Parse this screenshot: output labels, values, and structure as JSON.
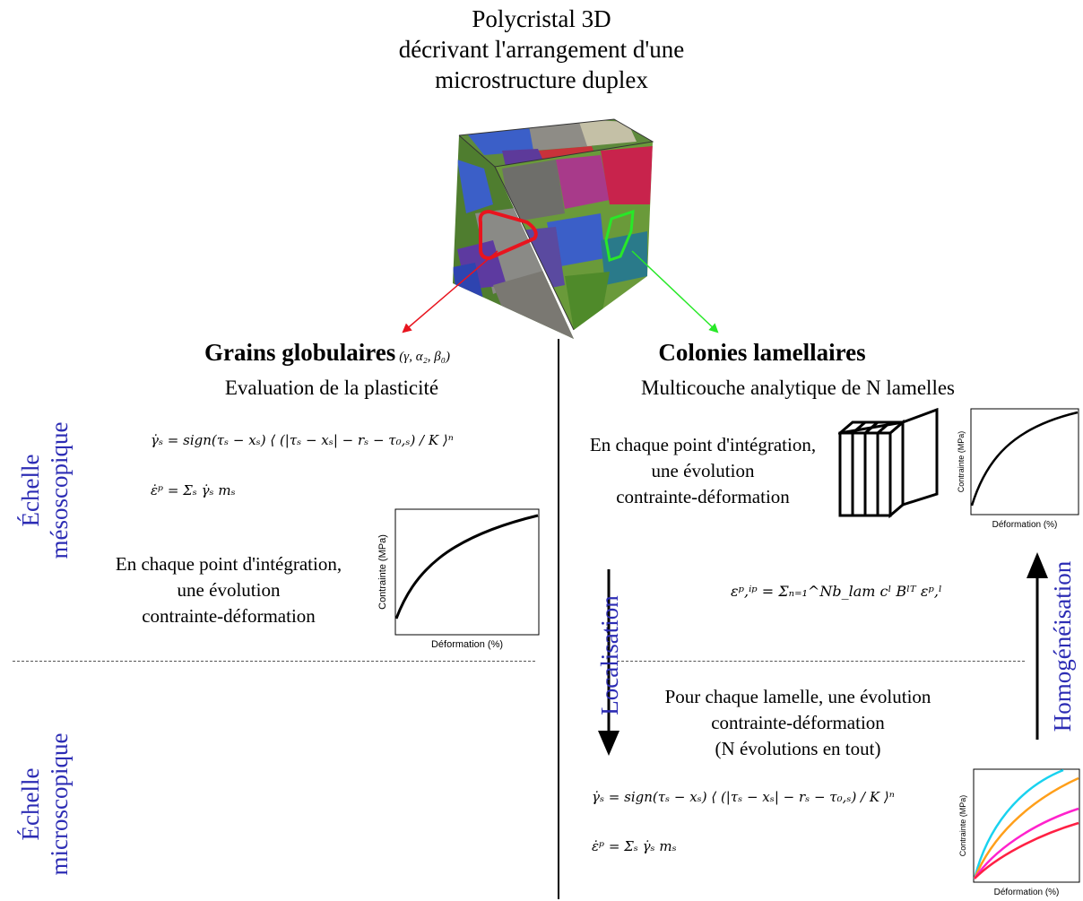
{
  "title": [
    "Polycristal 3D",
    "décrivant l'arrangement d'une",
    "microstructure duplex"
  ],
  "left": {
    "heading": "Grains globulaires",
    "phases": "(γ, α₂, β₀)",
    "subheading": "Evaluation de la plasticité",
    "eq1": "γ̇ₛ = sign(τₛ − xₛ) ⟨ (|τₛ − xₛ| − rₛ − τ₀,ₛ) / K ⟩ⁿ",
    "eq2": "ε̇ᵖ = Σₛ γ̇ₛ mₛ",
    "text": [
      "En chaque point d'intégration,",
      "une évolution",
      "contrainte-déformation"
    ]
  },
  "right": {
    "heading": "Colonies lamellaires",
    "subheading": "Multicouche analytique de N lamelles",
    "text": [
      "En chaque point d'intégration,",
      "une évolution",
      "contrainte-déformation"
    ],
    "eq_mid": "εᵖ,ⁱᵖ = Σₙ₌₁^Nb_lam cˡ Bˡᵀ εᵖ,ˡ",
    "lamella_text": [
      "Pour chaque lamelle, une évolution",
      "contrainte-déformation",
      "(N évolutions en tout)"
    ],
    "eq1": "γ̇ₛ = sign(τₛ − xₛ) ⟨ (|τₛ − xₛ| − rₛ − τ₀,ₛ) / K ⟩ⁿ",
    "eq2": "ε̇ᵖ = Σₛ γ̇ₛ mₛ"
  },
  "labels": {
    "meso": [
      "Échelle",
      "mésoscopique"
    ],
    "micro": [
      "Échelle",
      "microscopique"
    ],
    "localisation": "Localisation",
    "homogeneisation": "Homogénéisation"
  },
  "plot": {
    "xlabel": "Déformation (%)",
    "ylabel": "Contrainte (MPa)"
  },
  "colors": {
    "blue_label": "#2c2cb4",
    "red_grain": "#e8141e",
    "green_grain": "#28e828",
    "curve_cyan": "#19d2ef",
    "curve_orange": "#ff9f1a",
    "curve_magenta": "#ff22cc",
    "curve_red": "#ff2044"
  }
}
